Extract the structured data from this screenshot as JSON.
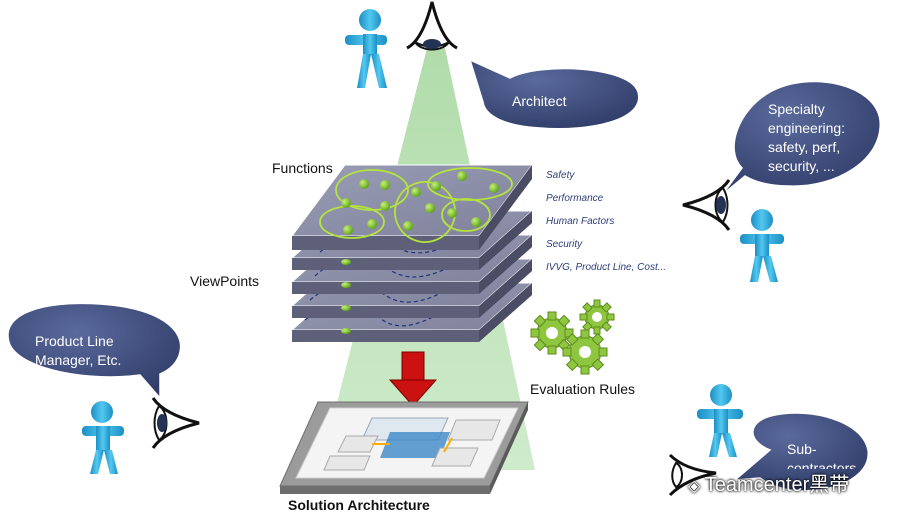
{
  "bubbles": {
    "architect": "Architect",
    "specialty": [
      "Specialty",
      "engineering:",
      "safety, perf,",
      "security, ..."
    ],
    "product_line": [
      "Product Line",
      "Manager, Etc."
    ],
    "sub": [
      "Sub-",
      "contractors"
    ]
  },
  "labels": {
    "functions": "Functions",
    "viewpoints": "ViewPoints",
    "evaluation_rules": "Evaluation Rules",
    "solution_architecture": "Solution Architecture"
  },
  "viewpoint_items": [
    "Safety",
    "Performance",
    "Human Factors",
    "Security",
    "IVVG, Product Line, Cost..."
  ],
  "watermark": "Teamcenter黑带",
  "colors": {
    "bubble": "#3d4a7a",
    "beam": "#bfe3bf",
    "arrow": "#cc1111",
    "figure": "#2fb6e4",
    "plate": "#8d90a8",
    "gear": "#8ec63f"
  }
}
